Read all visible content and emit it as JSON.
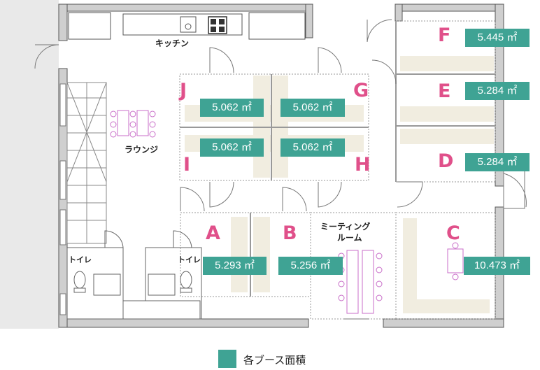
{
  "booths": [
    {
      "id": "J",
      "area": "5.062 ㎡"
    },
    {
      "id": "G",
      "area": "5.062 ㎡"
    },
    {
      "id": "I",
      "area": "5.062 ㎡"
    },
    {
      "id": "H",
      "area": "5.062 ㎡"
    },
    {
      "id": "F",
      "area": "5.445 ㎡"
    },
    {
      "id": "E",
      "area": "5.284 ㎡"
    },
    {
      "id": "D",
      "area": "5.284 ㎡"
    },
    {
      "id": "A",
      "area": "5.293 ㎡"
    },
    {
      "id": "B",
      "area": "5.256 ㎡"
    },
    {
      "id": "C",
      "area": "10.473 ㎡"
    }
  ],
  "rooms": {
    "kitchen": "キッチン",
    "lounge": "ラウンジ",
    "meeting_line1": "ミーティング",
    "meeting_line2": "ルーム",
    "toilet_left": "トイレ",
    "toilet_right": "トイレ"
  },
  "legend": {
    "label": "各ブース面積"
  },
  "colors": {
    "accent": "#3fa394",
    "booth_letter": "#e0508a"
  }
}
